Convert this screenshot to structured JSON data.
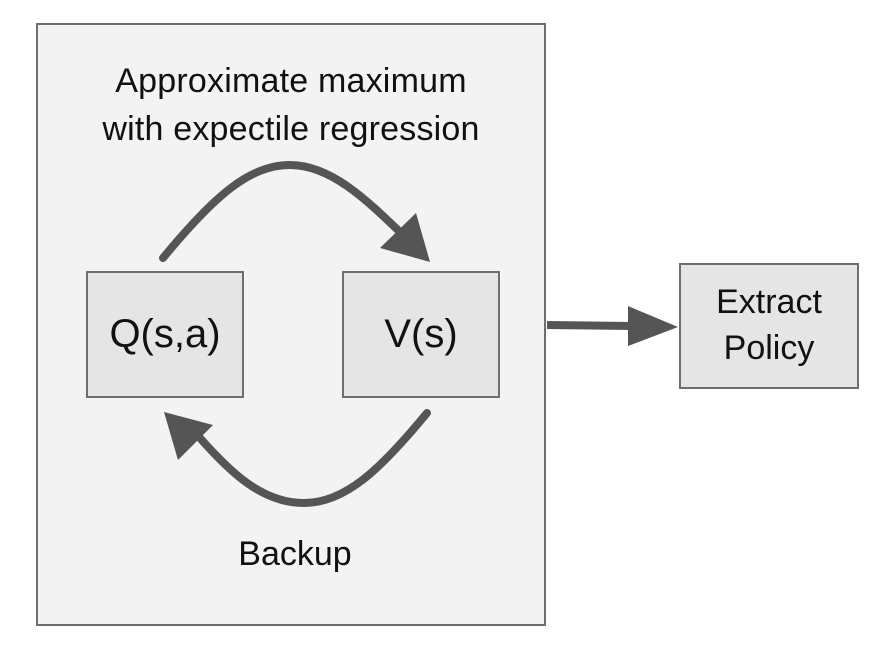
{
  "title_lines": [
    "Approximate maximum",
    "with expectile regression"
  ],
  "nodes": {
    "q": "Q(s,a)",
    "v": "V(s)",
    "policy_lines": [
      "Extract",
      "Policy"
    ]
  },
  "backup_label": "Backup",
  "colors": {
    "outer_fill": "#f3f3f3",
    "node_fill": "#e5e5e5",
    "border": "#6e6e6e",
    "arrow": "#555555"
  }
}
